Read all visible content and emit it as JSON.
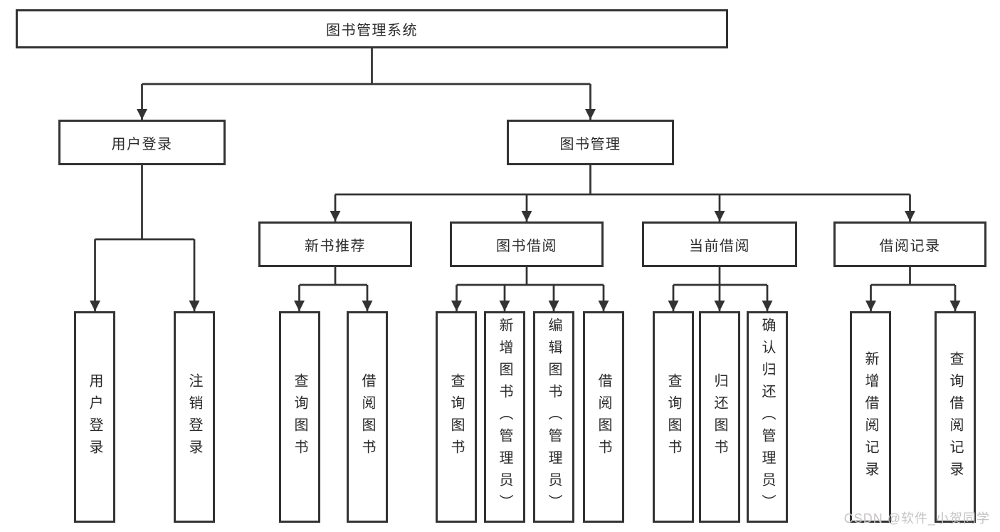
{
  "colors": {
    "line": "#333333",
    "text": "#2b2b2b",
    "watermark": "#c6c3c3",
    "background": "#ffffff"
  },
  "watermark": {
    "text": "CSDN @软件_小贺同学"
  },
  "tree": {
    "root": {
      "label": "图书管理系统"
    },
    "children": [
      {
        "label": "用户登录",
        "children": [
          {
            "label": "用户登录"
          },
          {
            "label": "注销登录"
          }
        ]
      },
      {
        "label": "图书管理",
        "children": [
          {
            "label": "新书推荐",
            "children": [
              {
                "label": "查询图书"
              },
              {
                "label": "借阅图书"
              }
            ]
          },
          {
            "label": "图书借阅",
            "children": [
              {
                "label": "查询图书"
              },
              {
                "label": "新增图书（管理员）"
              },
              {
                "label": "编辑图书（管理员）"
              },
              {
                "label": "借阅图书"
              }
            ]
          },
          {
            "label": "当前借阅",
            "children": [
              {
                "label": "查询图书"
              },
              {
                "label": "归还图书"
              },
              {
                "label": "确认归还（管理员）"
              }
            ]
          },
          {
            "label": "借阅记录",
            "children": [
              {
                "label": "新增借阅记录"
              },
              {
                "label": "查询借阅记录"
              }
            ]
          }
        ]
      }
    ]
  }
}
